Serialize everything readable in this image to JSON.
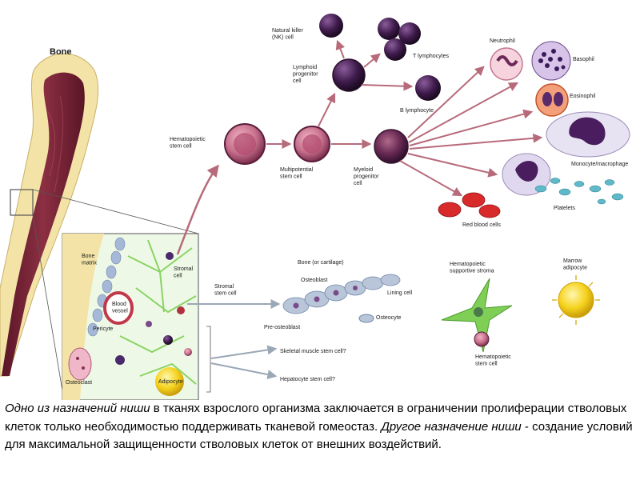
{
  "labels": {
    "bone": "Bone",
    "hsc": "Hematopoietic\nstem cell",
    "multipotential": "Multipotential\nstem cell",
    "myeloid": "Myeloid\nprogenitor\ncell",
    "lymphoid": "Lymphoid\nprogenitor\ncell",
    "nk": "Natural killer\n(NK) cell",
    "t_lymph": "T lymphocytes",
    "b_lymph": "B lymphocyte",
    "neutrophil": "Neutrophil",
    "basophil": "Basophil",
    "eosinophil": "Eosinophil",
    "monocyte": "Monocyte/macrophage",
    "platelets": "Platelets",
    "rbc": "Red blood cells",
    "stromal_sc": "Stromal\nstem cell",
    "bone_cartilage": "Bone (or cartilage)",
    "osteoblast": "Osteoblast",
    "lining": "Lining cell",
    "osteocyte": "Osteocyte",
    "pre_osteoblast": "Pre-osteoblast",
    "skeletal": "Skeletal muscle stem cell?",
    "hepatocyte": "Hepatocyte stem cell?",
    "hsc_stroma": "Hematopoietic\nsupportive stroma",
    "hsc2": "Hematopoietic\nstem cell",
    "marrow_adipocyte": "Marrow\nadipocyte",
    "bone_matrix": "Bone\nmatrix",
    "stromal_cell": "Stromal\ncell",
    "blood_vessel": "Blood\nvessel",
    "pericyte": "Pericyte",
    "osteoclast": "Osteoclast",
    "adipocyte": "Adipocyte"
  },
  "caption": {
    "part1_italic": "Одно из назначений ниши",
    "part1_rest": " в тканях взрослого организма  заключается в ограничении пролиферации стволовых клеток только необходимостью поддерживать тканевой гомеостаз.",
    "part2_italic": "Другое назначение ниши",
    "part2_rest": " - создание условий для максимальной защищенности стволовых клеток от внешних воздействий."
  },
  "colors": {
    "marrow": "#7a2436",
    "bone": "#f3e3a6",
    "arrow": "#b76a7a",
    "cell_purple": "#4a1d4e",
    "rbc": "#d8292b",
    "stroma_green": "#7fcf56",
    "adipocyte": "#f2d21c"
  }
}
